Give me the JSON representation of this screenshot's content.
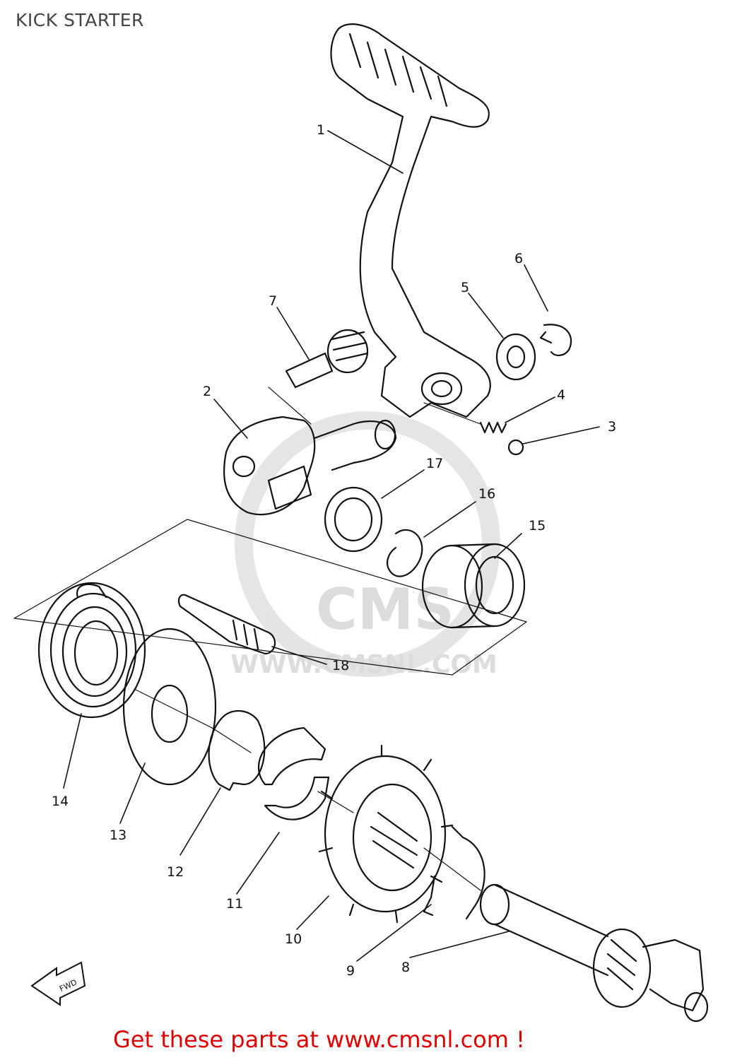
{
  "title": "KICK STARTER",
  "footer": "Get these parts at www.cmsnl.com !",
  "watermark": {
    "logo_text": "CMS",
    "url_text": "WWW.CMSNL.COM"
  },
  "fwd_text": "FWD",
  "callouts": [
    "1",
    "2",
    "3",
    "4",
    "5",
    "6",
    "7",
    "8",
    "9",
    "10",
    "11",
    "12",
    "13",
    "14",
    "15",
    "16",
    "17",
    "18"
  ],
  "colors": {
    "footer": "#e00000",
    "line": "#111111",
    "watermark": "#d9d9d9"
  }
}
